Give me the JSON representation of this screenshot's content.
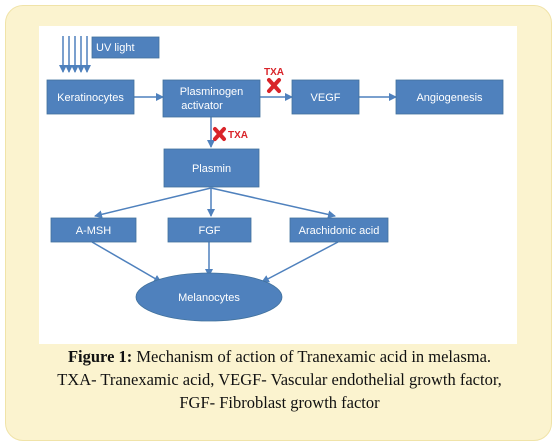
{
  "diagram": {
    "nodes": {
      "uv": "UV light",
      "keratinocytes": "Keratinocytes",
      "plasminogen_line1": "Plasminogen",
      "plasminogen_line2": "activator",
      "vegf": "VEGF",
      "angiogenesis": "Angiogenesis",
      "plasmin": "Plasmin",
      "amsh": "A-MSH",
      "fgf": "FGF",
      "arachidonic": "Arachidonic acid",
      "melanocytes": "Melanocytes"
    },
    "inhibitor_label": "TXA"
  },
  "caption": {
    "label": "Figure 1:",
    "line1": "Mechanism of action of Tranexamic acid in melasma.",
    "line2": "TXA- Tranexamic acid, VEGF- Vascular endothelial growth factor,",
    "line3": "FGF- Fibroblast growth factor"
  },
  "colors": {
    "box": "#4f81bd",
    "arrow": "#4f81bd",
    "inhibitor": "#d9242a",
    "frame": "#fbf3cf"
  }
}
